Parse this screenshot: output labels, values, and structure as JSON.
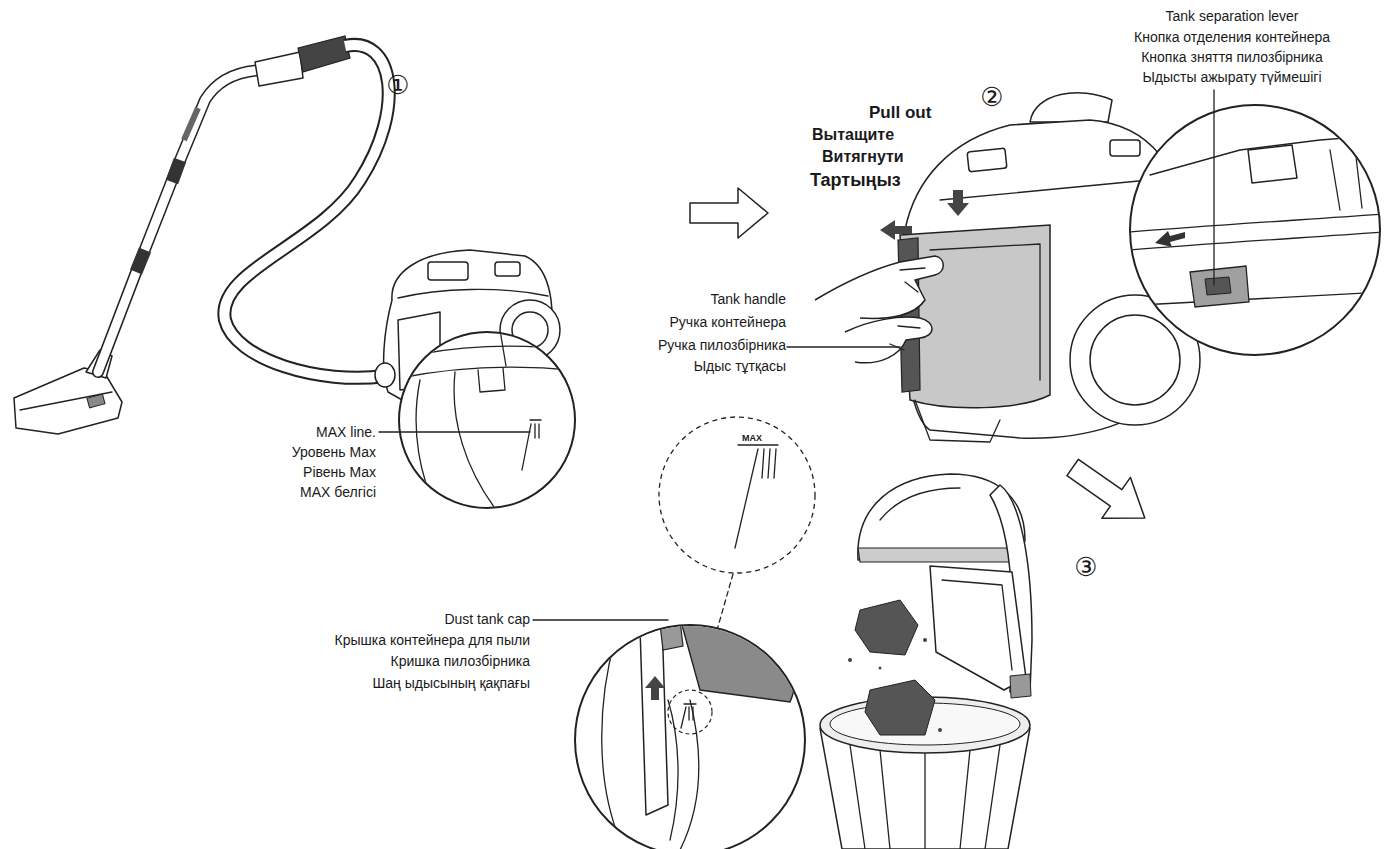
{
  "diagram": {
    "labels": [
      "①",
      "MAX line.",
      "Уровень Max",
      "Рівень Max",
      "MAX белгісі",
      "Pull out",
      "Вытащите",
      "Витягнути",
      "Тартыңыз",
      "②",
      "Tank handle",
      "Ручка контейнера",
      "Ручка пилозбірника",
      "Ыдыс тұтқасы",
      "Tank separation lever",
      "Кнопка отделения контейнера",
      "Кнопка зняття пилозбірника",
      "Ыдысты ажырату түймешігі",
      "MAX",
      "③",
      "Dust tank cap",
      "Крышка контейнера для пыли",
      "Кришка пилозбірника",
      "Шаң ыдысының қақпағы"
    ]
  }
}
